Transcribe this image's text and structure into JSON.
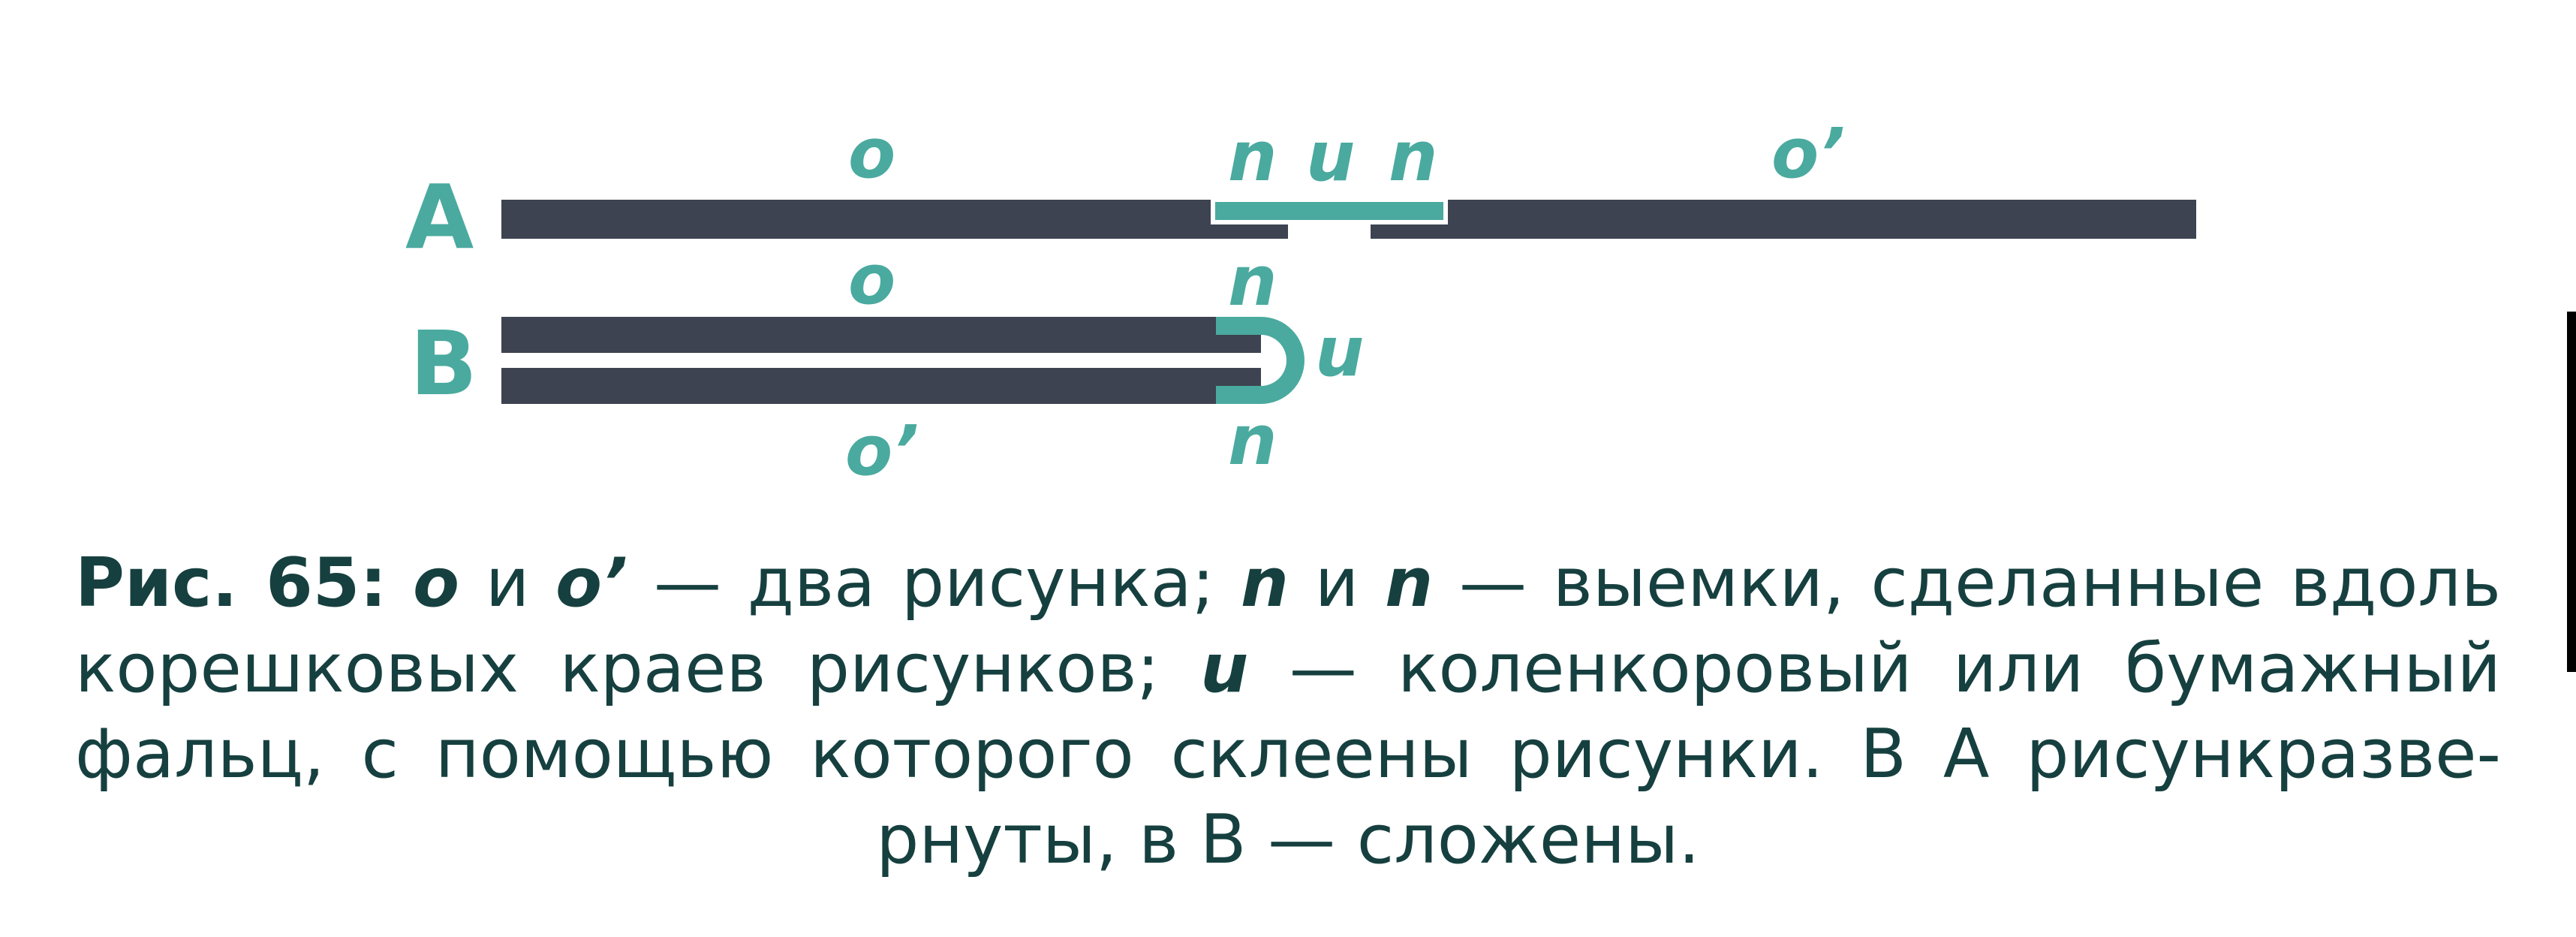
{
  "colors": {
    "strip": "#3d4350",
    "accent": "#4aaa9f",
    "caption": "#16403f"
  },
  "diagram": {
    "row_a": {
      "row_label": "A",
      "left_label": "o",
      "hinge_labels": [
        "n",
        "u",
        "n"
      ],
      "right_label": "o’"
    },
    "row_b": {
      "row_label": "B",
      "top_label": "o",
      "bottom_label": "o’",
      "hinge_top_label": "n",
      "fold_label": "u",
      "hinge_bottom_label": "n"
    }
  },
  "caption": {
    "fig_num": "Рис. 65:",
    "o1": "o",
    "and1": "и",
    "o2": "o’",
    "text1": "— два рисунка;",
    "n1": "n",
    "and2": "и",
    "n2": "n",
    "text2": "— выемки, сделанные вдоль корешковых краев рисунков;",
    "u": "u",
    "text3": "— коленкоровый или бумажный фальц, с помощью которого склеены рисунки. В А рисункразве-рнуты, в В — сложены."
  }
}
